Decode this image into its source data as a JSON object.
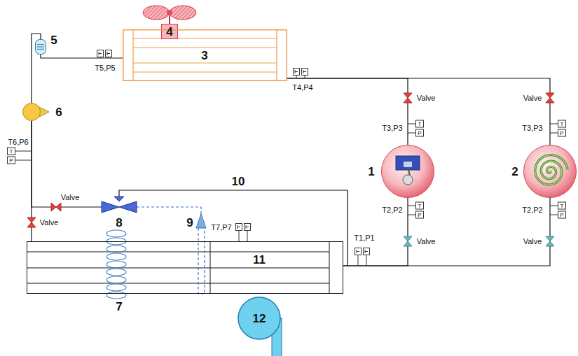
{
  "diagram": {
    "nodes": [
      {
        "text": [
          "4"
        ]
      },
      {
        "text": [
          "3"
        ]
      },
      {
        "text": [
          "5"
        ]
      },
      {
        "text": [
          "6"
        ]
      },
      {
        "text": [
          "1"
        ]
      },
      {
        "text": [
          "2"
        ]
      },
      {
        "text": [
          "8"
        ]
      },
      {
        "text": [
          "9"
        ]
      },
      {
        "text": [
          "11"
        ]
      },
      {
        "text": [
          "12"
        ]
      }
    ],
    "edges": [
      {
        "from": 4,
        "to": 1,
        "arrow": "none"
      },
      {
        "from": 5,
        "to": 1,
        "arrow": "none"
      },
      {
        "from": 1,
        "to": 2,
        "arrow": "none"
      },
      {
        "from": 2,
        "to": 3,
        "arrow": "none"
      },
      {
        "from": 3,
        "to": 6,
        "arrow": "none"
      },
      {
        "from": 3,
        "to": 8,
        "arrow": "none"
      },
      {
        "from": 8,
        "to": 4,
        "arrow": "none"
      },
      {
        "from": 8,
        "to": 5,
        "arrow": "none"
      },
      {
        "from": 7,
        "to": 6,
        "arrow": "none"
      }
    ],
    "labels": [
      "7",
      "10",
      "Valve",
      "Valve",
      "Valve",
      "Valve",
      "Valve",
      "Valve",
      "T5,P5",
      "T4,P4",
      "T3,P3",
      "T3,P3",
      "T2,P2",
      "T2,P2",
      "T1,P1",
      "T6,P6",
      "T7,P7",
      "T",
      "P",
      "T",
      "P",
      "T",
      "P",
      "T",
      "P",
      "T",
      "P"
    ]
  }
}
